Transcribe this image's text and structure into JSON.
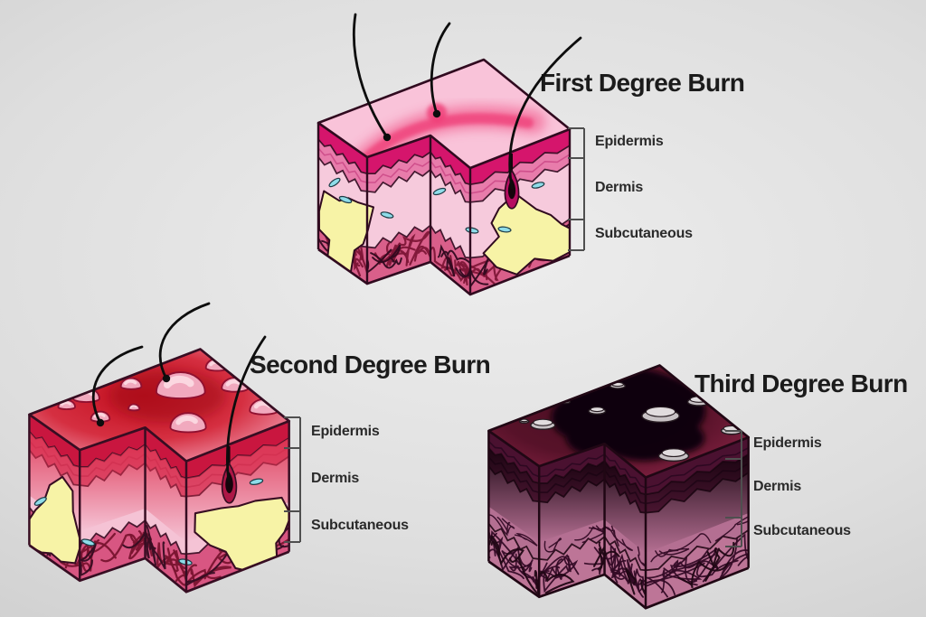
{
  "annotation": {
    "bracket_color": "#4f4f4f",
    "line_color": "#0d0d0d",
    "title_color": "#1b1b1b",
    "label_color": "#2a2a2a"
  },
  "diagrams": [
    {
      "id": "first-degree",
      "title": "First Degree Burn",
      "severity": "first",
      "layer_labels": [
        "Epidermis",
        "Dermis",
        "Subcutaneous"
      ],
      "palette": {
        "top": "#f9c3d9",
        "burn_streak": "#ef3d77",
        "epidermis": "#d5156c",
        "papillary": "#e87cab",
        "papillary_line": "#c94585",
        "dermis": "#f6cadc",
        "subcutaneous": "#d95f8a",
        "vein": "#7e1637",
        "outline": "#300a1f",
        "fat": "#f7f3a6",
        "cell": "#8edce9",
        "cell_edge": "#1d3a44",
        "follicle": "#15040b",
        "follicle_ring": "#b50e60"
      }
    },
    {
      "id": "second-degree",
      "title": "Second Degree Burn",
      "severity": "second",
      "layer_labels": [
        "Epidermis",
        "Dermis",
        "Subcutaneous"
      ],
      "palette": {
        "top_center": "#c20e1e",
        "top_mid": "#d52f41",
        "top_edge": "#f2a0b6",
        "blotch": "#9c0715",
        "blister": "#f1a9be",
        "blister_hi": "#fbd9e2",
        "blister_edge": "#901030",
        "epidermis": "#c9163f",
        "papillary": "#dd5677",
        "papillary_line": "#b93254",
        "dermis": "#f5c3d5",
        "inflame": "#dc2e4d",
        "subcutaneous": "#d85682",
        "vein": "#7a142f",
        "outline": "#370d22",
        "fat": "#f7f3a6",
        "cell": "#8edce9",
        "cell_edge": "#1d3a44",
        "follicle": "#15040b",
        "follicle_ring": "#ad1746"
      }
    },
    {
      "id": "third-degree",
      "title": "Third Degree Burn",
      "severity": "third",
      "layer_labels": [
        "Epidermis",
        "Dermis",
        "Subcutaneous"
      ],
      "palette": {
        "top_center": "#4c0e23",
        "top_mid": "#571229",
        "top_edge": "#8a2446",
        "char": "#0a0408",
        "char_fade": "#14020d",
        "blister": "#c8c2c5",
        "blister_hi": "#e1dcde",
        "blister_edge": "#261b21",
        "epidermis": "#4a1130",
        "papillary": "#692045",
        "papillary_line": "#2a0820",
        "dermis": "#b46f92",
        "subcutaneous": "#bd7597",
        "vein": "#340b26",
        "outline": "#200714"
      }
    }
  ]
}
